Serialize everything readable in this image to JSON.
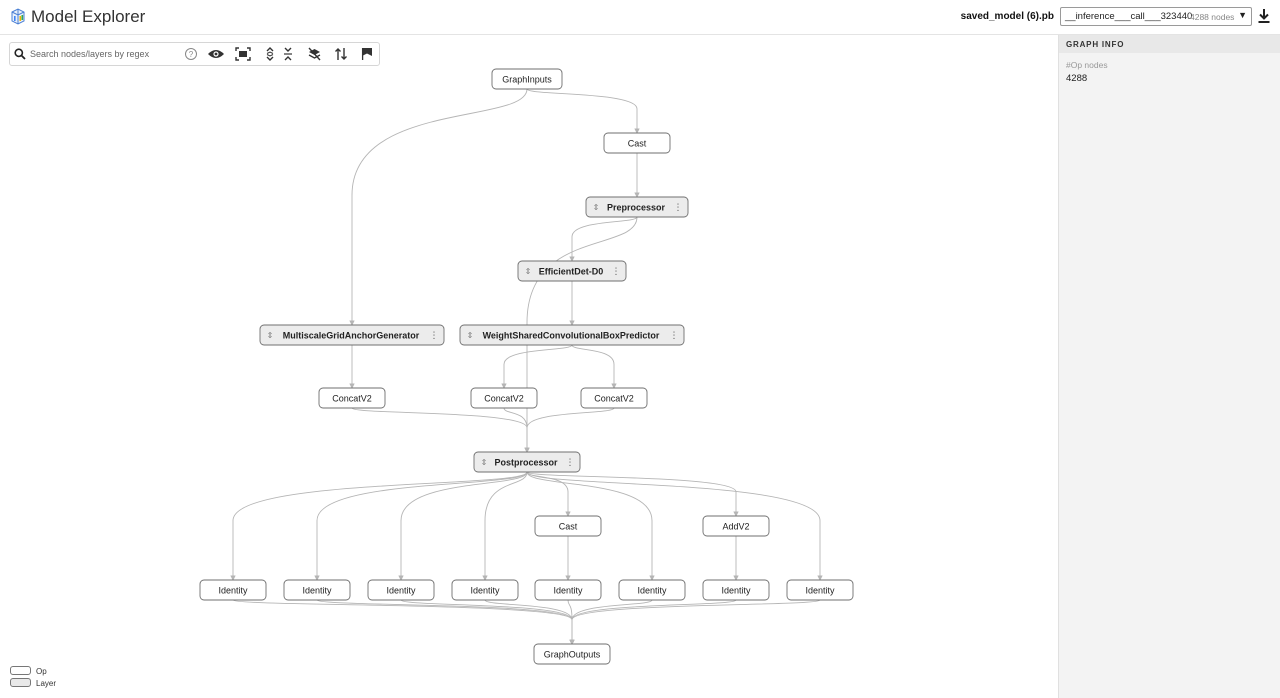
{
  "app": {
    "title": "Model Explorer"
  },
  "header": {
    "model_name": "saved_model (6).pb",
    "graph_name": "__inference___call___323440",
    "node_count": "4288 nodes"
  },
  "search": {
    "placeholder": "Search nodes/layers by regex"
  },
  "info_panel": {
    "title": "GRAPH INFO",
    "label": "#Op nodes",
    "value": "4288"
  },
  "legend": {
    "op": "Op",
    "layer": "Layer"
  },
  "colors": {
    "edge": "#b5b5b5",
    "op_fill": "#ffffff",
    "layer_fill": "#ececec",
    "node_border": "#6f6f6f"
  },
  "graph": {
    "nodes": [
      {
        "id": "graph_inputs",
        "label": "GraphInputs",
        "kind": "op"
      },
      {
        "id": "cast_1",
        "label": "Cast",
        "kind": "op"
      },
      {
        "id": "preprocessor",
        "label": "Preprocessor",
        "kind": "layer"
      },
      {
        "id": "efficientdet",
        "label": "EfficientDet-D0",
        "kind": "layer"
      },
      {
        "id": "anchor_gen",
        "label": "MultiscaleGridAnchorGenerator",
        "kind": "layer"
      },
      {
        "id": "box_predictor",
        "label": "WeightSharedConvolutionalBoxPredictor",
        "kind": "layer"
      },
      {
        "id": "concat_1",
        "label": "ConcatV2",
        "kind": "op"
      },
      {
        "id": "concat_2",
        "label": "ConcatV2",
        "kind": "op"
      },
      {
        "id": "concat_3",
        "label": "ConcatV2",
        "kind": "op"
      },
      {
        "id": "postprocessor",
        "label": "Postprocessor",
        "kind": "layer"
      },
      {
        "id": "cast_2",
        "label": "Cast",
        "kind": "op"
      },
      {
        "id": "addv2",
        "label": "AddV2",
        "kind": "op"
      },
      {
        "id": "identity_1",
        "label": "Identity",
        "kind": "op"
      },
      {
        "id": "identity_2",
        "label": "Identity",
        "kind": "op"
      },
      {
        "id": "identity_3",
        "label": "Identity",
        "kind": "op"
      },
      {
        "id": "identity_4",
        "label": "Identity",
        "kind": "op"
      },
      {
        "id": "identity_5",
        "label": "Identity",
        "kind": "op"
      },
      {
        "id": "identity_6",
        "label": "Identity",
        "kind": "op"
      },
      {
        "id": "identity_7",
        "label": "Identity",
        "kind": "op"
      },
      {
        "id": "identity_8",
        "label": "Identity",
        "kind": "op"
      },
      {
        "id": "graph_outputs",
        "label": "GraphOutputs",
        "kind": "op"
      }
    ],
    "edges": [
      [
        "graph_inputs",
        "cast_1"
      ],
      [
        "graph_inputs",
        "anchor_gen"
      ],
      [
        "cast_1",
        "preprocessor"
      ],
      [
        "preprocessor",
        "efficientdet"
      ],
      [
        "preprocessor",
        "postprocessor"
      ],
      [
        "efficientdet",
        "box_predictor"
      ],
      [
        "anchor_gen",
        "concat_1"
      ],
      [
        "box_predictor",
        "concat_2"
      ],
      [
        "box_predictor",
        "concat_3"
      ],
      [
        "concat_1",
        "postprocessor"
      ],
      [
        "concat_2",
        "postprocessor"
      ],
      [
        "concat_3",
        "postprocessor"
      ],
      [
        "postprocessor",
        "identity_1"
      ],
      [
        "postprocessor",
        "identity_2"
      ],
      [
        "postprocessor",
        "identity_3"
      ],
      [
        "postprocessor",
        "identity_4"
      ],
      [
        "postprocessor",
        "cast_2"
      ],
      [
        "postprocessor",
        "identity_6"
      ],
      [
        "postprocessor",
        "addv2"
      ],
      [
        "postprocessor",
        "identity_8"
      ],
      [
        "cast_2",
        "identity_5"
      ],
      [
        "addv2",
        "identity_7"
      ],
      [
        "identity_1",
        "graph_outputs"
      ],
      [
        "identity_2",
        "graph_outputs"
      ],
      [
        "identity_3",
        "graph_outputs"
      ],
      [
        "identity_4",
        "graph_outputs"
      ],
      [
        "identity_5",
        "graph_outputs"
      ],
      [
        "identity_6",
        "graph_outputs"
      ],
      [
        "identity_7",
        "graph_outputs"
      ],
      [
        "identity_8",
        "graph_outputs"
      ]
    ]
  }
}
